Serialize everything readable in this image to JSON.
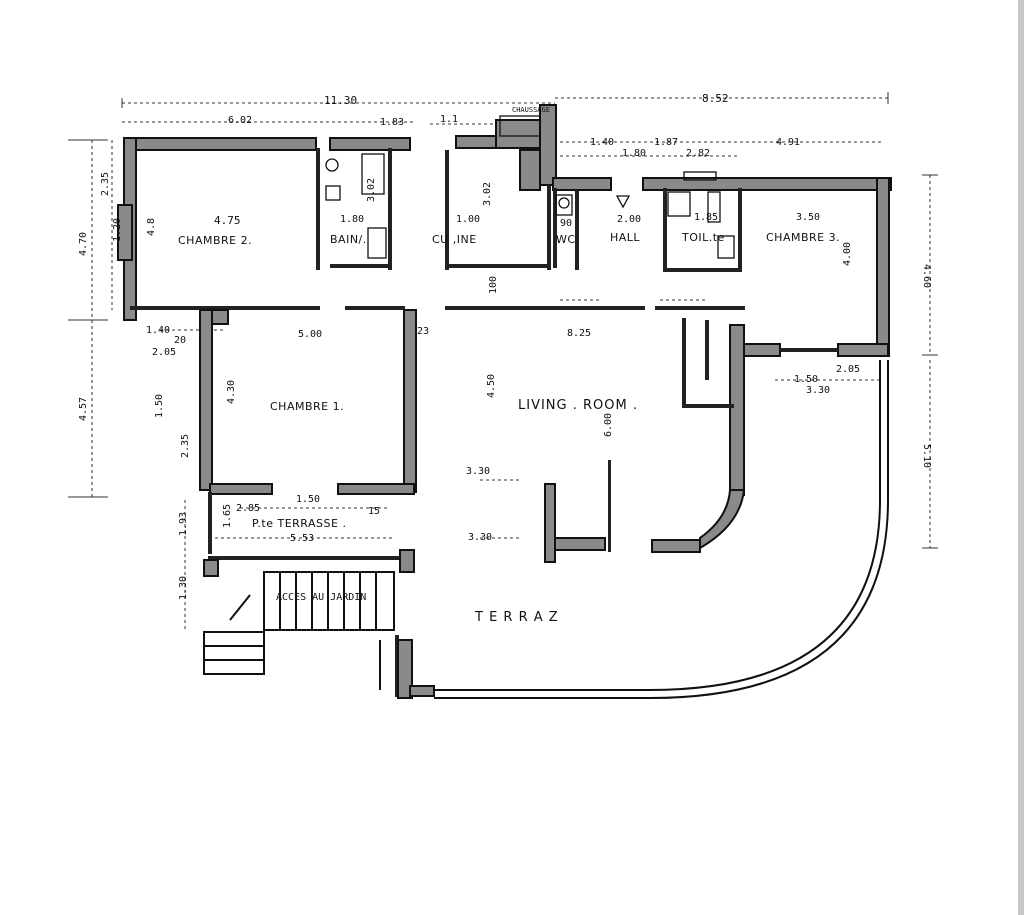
{
  "rooms": {
    "chambre2": "CHAMBRE 2.",
    "chambre1": "CHAMBRE 1.",
    "chambre3": "CHAMBRE 3.",
    "bain": "BAIN/.",
    "cuisine": "CU ,INE",
    "wc": "WC",
    "hall": "HALL",
    "toilette": "TOIL.te",
    "living": "LIVING . ROOM .",
    "petite_terrasse": "P.te TERRASSE .",
    "terrasse": "T E R R A Z",
    "acces_jardin": "ACCES AU JARDIN",
    "chaussage": "CHAUSSAGE"
  },
  "dims": {
    "top_left_total": "11.30",
    "top_right_total": "8.52",
    "c2_width_top": "6.02",
    "bath_top": "1.83",
    "kitchen_top": "1.1",
    "hall_1": "1.40",
    "hall_2": "1.80",
    "hall_3": "1.87",
    "hall_4": "2.82",
    "c3_top": "4.91",
    "c2_inner": "4.75",
    "c2_height": "4.8",
    "bain_w": "1.80",
    "bain_h": "3.02",
    "kit_w": "1.00",
    "kit_h": "3.02",
    "wc_w": "90",
    "hall_w": "2.00",
    "toil_w": "1.85",
    "c3_w": "3.50",
    "c3_h": "4.00",
    "right_460": "4.60",
    "right_510": "5.10",
    "left_470": "4.70",
    "left_457": "4.57",
    "left_235": "2.35",
    "left_120": "1.20",
    "c1_w": "5.00",
    "c1_h": "4.30",
    "living_w": "8.25",
    "living_h": "4.50",
    "living_600": "6.00",
    "hall_100": "100",
    "terr_330a": "3.30",
    "terr_330b": "3.30",
    "pt_285": "2.85",
    "pt_150": "1.50",
    "pt_553": "5.53",
    "pt_165": "1.65",
    "left_193": "1.93",
    "left_130": "1.30",
    "c1_left_150": "1.50",
    "c1_left_235": "2.35",
    "c3_150": "1.50",
    "c3_205": "2.05",
    "c3_330": "3.30",
    "c2_140": "1.40",
    "c2_20": "20",
    "c2_205": "2.05",
    "corr_23": "23",
    "corr_15": "15"
  }
}
